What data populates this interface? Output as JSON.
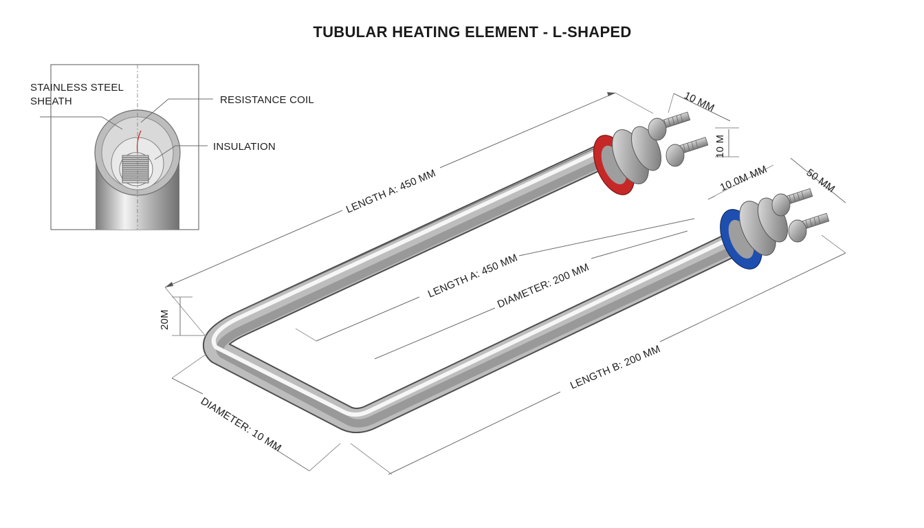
{
  "title": "TUBULAR HEATING ELEMENT - L-SHAPED",
  "inset": {
    "sheath_label_line1": "STAINLESS STEEL",
    "sheath_label_line2": "SHEATH",
    "coil_label": "RESISTANCE COIL",
    "insulation_label": "INSULATION"
  },
  "dimensions": {
    "length_a_outer": "LENGTH A: 450 MM",
    "length_a_inner": "LENGTH A: 450 MM",
    "diameter_200": "DIAMETER: 200 MM",
    "length_b": "LENGTH B: 200 MM",
    "diameter_10": "DIAMETER: 10 MM",
    "height_20": "20M",
    "top_10mm": "10 MM",
    "side_10m": "10 M",
    "mid_10_0mm": "10.0M MM",
    "right_50mm": "50 MM"
  },
  "colors": {
    "collar_top": "#c62828",
    "collar_bottom": "#1e4fb0",
    "tube": "#c4c4c4"
  }
}
